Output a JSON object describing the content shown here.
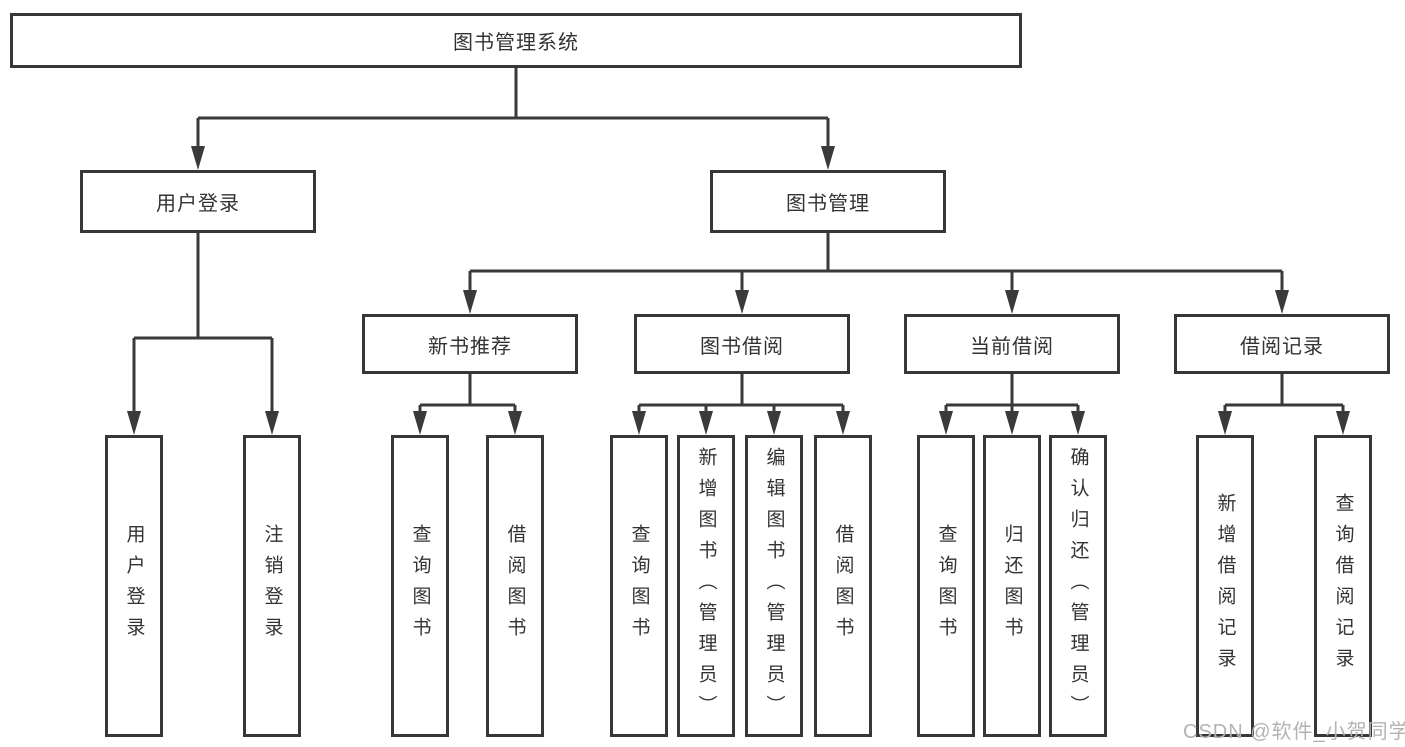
{
  "diagram": {
    "root": {
      "label": "图书管理系统"
    },
    "level2": [
      {
        "id": "user-login",
        "label": "用户登录"
      },
      {
        "id": "book-management",
        "label": "图书管理"
      }
    ],
    "level3": [
      {
        "id": "new-book-recommend",
        "label": "新书推荐",
        "parent": "图书管理"
      },
      {
        "id": "book-borrow",
        "label": "图书借阅",
        "parent": "图书管理"
      },
      {
        "id": "current-borrow",
        "label": "当前借阅",
        "parent": "图书管理"
      },
      {
        "id": "borrow-record",
        "label": "借阅记录",
        "parent": "图书管理"
      }
    ],
    "leaves": [
      {
        "label": "用户登录",
        "parent": "用户登录"
      },
      {
        "label": "注销登录",
        "parent": "用户登录"
      },
      {
        "label": "查询图书",
        "parent": "新书推荐"
      },
      {
        "label": "借阅图书",
        "parent": "新书推荐"
      },
      {
        "label": "查询图书",
        "parent": "图书借阅"
      },
      {
        "label": "新增图书（管理员）",
        "parent": "图书借阅"
      },
      {
        "label": "编辑图书（管理员）",
        "parent": "图书借阅"
      },
      {
        "label": "借阅图书",
        "parent": "图书借阅"
      },
      {
        "label": "查询图书",
        "parent": "当前借阅"
      },
      {
        "label": "归还图书",
        "parent": "当前借阅"
      },
      {
        "label": "确认归还（管理员）",
        "parent": "当前借阅"
      },
      {
        "label": "新增借阅记录",
        "parent": "借阅记录"
      },
      {
        "label": "查询借阅记录",
        "parent": "借阅记录"
      }
    ],
    "watermark": "CSDN @软件_小贺同学"
  },
  "colors": {
    "line": "#3a3a3a",
    "border": "#373737",
    "text": "#333333",
    "watermark": "#b3b3b3",
    "background": "#ffffff"
  }
}
